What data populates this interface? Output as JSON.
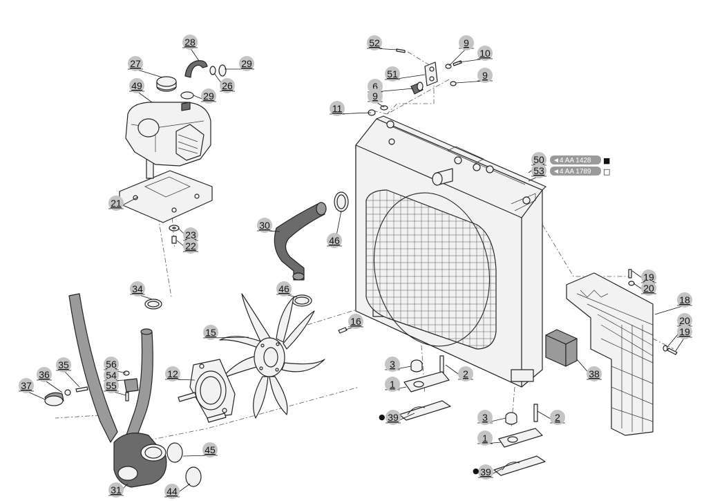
{
  "callouts": [
    {
      "id": "c28",
      "label": "28"
    },
    {
      "id": "c27",
      "label": "27"
    },
    {
      "id": "c29a",
      "label": "29"
    },
    {
      "id": "c49",
      "label": "49"
    },
    {
      "id": "c26",
      "label": "26"
    },
    {
      "id": "c29b",
      "label": "29"
    },
    {
      "id": "c21",
      "label": "21"
    },
    {
      "id": "c23",
      "label": "23"
    },
    {
      "id": "c22",
      "label": "22"
    },
    {
      "id": "c52",
      "label": "52"
    },
    {
      "id": "c9a",
      "label": "9"
    },
    {
      "id": "c10",
      "label": "10"
    },
    {
      "id": "c51",
      "label": "51"
    },
    {
      "id": "c9b",
      "label": "9"
    },
    {
      "id": "c6",
      "label": "6"
    },
    {
      "id": "c9c",
      "label": "9"
    },
    {
      "id": "c11",
      "label": "11"
    },
    {
      "id": "c50",
      "label": "50"
    },
    {
      "id": "c53",
      "label": "53"
    },
    {
      "id": "c30",
      "label": "30"
    },
    {
      "id": "c46a",
      "label": "46"
    },
    {
      "id": "c19a",
      "label": "19"
    },
    {
      "id": "c20a",
      "label": "20"
    },
    {
      "id": "c34",
      "label": "34"
    },
    {
      "id": "c46b",
      "label": "46"
    },
    {
      "id": "c18",
      "label": "18"
    },
    {
      "id": "c16",
      "label": "16"
    },
    {
      "id": "c15",
      "label": "15"
    },
    {
      "id": "c20b",
      "label": "20"
    },
    {
      "id": "c19b",
      "label": "19"
    },
    {
      "id": "c35",
      "label": "35"
    },
    {
      "id": "c56",
      "label": "56"
    },
    {
      "id": "c54",
      "label": "54"
    },
    {
      "id": "c55",
      "label": "55"
    },
    {
      "id": "c36",
      "label": "36"
    },
    {
      "id": "c37",
      "label": "37"
    },
    {
      "id": "c12",
      "label": "12"
    },
    {
      "id": "c3a",
      "label": "3"
    },
    {
      "id": "c2a",
      "label": "2"
    },
    {
      "id": "c1a",
      "label": "1"
    },
    {
      "id": "c38",
      "label": "38"
    },
    {
      "id": "c39a",
      "label": "39"
    },
    {
      "id": "c3b",
      "label": "3"
    },
    {
      "id": "c2b",
      "label": "2"
    },
    {
      "id": "c1b",
      "label": "1"
    },
    {
      "id": "c45",
      "label": "45"
    },
    {
      "id": "c39b",
      "label": "39"
    },
    {
      "id": "c31",
      "label": "31"
    },
    {
      "id": "c44",
      "label": "44"
    }
  ],
  "references": [
    {
      "id": "r50",
      "code": "◄4 AA 1428",
      "marker": "■"
    },
    {
      "id": "r53",
      "code": "◄4 AA 1789",
      "marker": "□"
    }
  ],
  "bullet": "●"
}
